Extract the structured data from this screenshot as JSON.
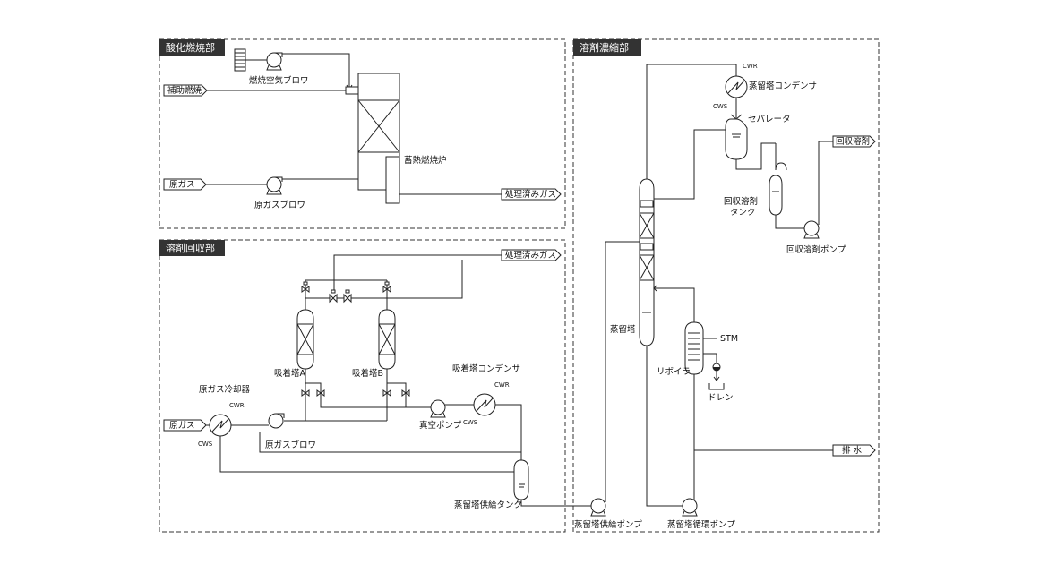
{
  "sections": {
    "oxidation": "酸化燃焼部",
    "recovery": "溶剤回収部",
    "concentration": "溶剤濃縮部"
  },
  "oxidation": {
    "combustion_air_blower": "燃焼空気ブロワ",
    "aux_fuel": "補助燃焼",
    "regen_furnace": "蓄熱燃焼炉",
    "raw_gas": "原ガス",
    "raw_gas_blower": "原ガスブロワ",
    "treated_gas": "処理済みガス"
  },
  "recovery": {
    "treated_gas": "処理済みガス",
    "tower_a": "吸着塔A",
    "tower_b": "吸着塔B",
    "adsorber_condenser": "吸着塔コンデンサ",
    "raw_gas_cooler": "原ガス冷却器",
    "raw_gas": "原ガス",
    "raw_gas_blower": "原ガスブロワ",
    "vacuum_pump": "真空ポンプ",
    "feed_tank": "蒸留塔供給タンク",
    "cwr1": "CWR",
    "cws1": "CWS",
    "cwr2": "CWR",
    "cws2": "CWS"
  },
  "concentration": {
    "cwr": "CWR",
    "cws": "CWS",
    "column_condenser": "蒸留塔コンデンサ",
    "separator": "セパレータ",
    "recovered_solvent": "回収溶剤",
    "recovered_tank_l1": "回収溶剤",
    "recovered_tank_l2": "タンク",
    "recovered_pump": "回収溶剤ポンプ",
    "distill_column": "蒸留塔",
    "stm": "STM",
    "reboiler": "リボイラ",
    "drain": "ドレン",
    "waste_water": "排 水",
    "feed_pump": "蒸留塔供給ポンプ",
    "circ_pump": "蒸留塔循環ポンプ"
  }
}
